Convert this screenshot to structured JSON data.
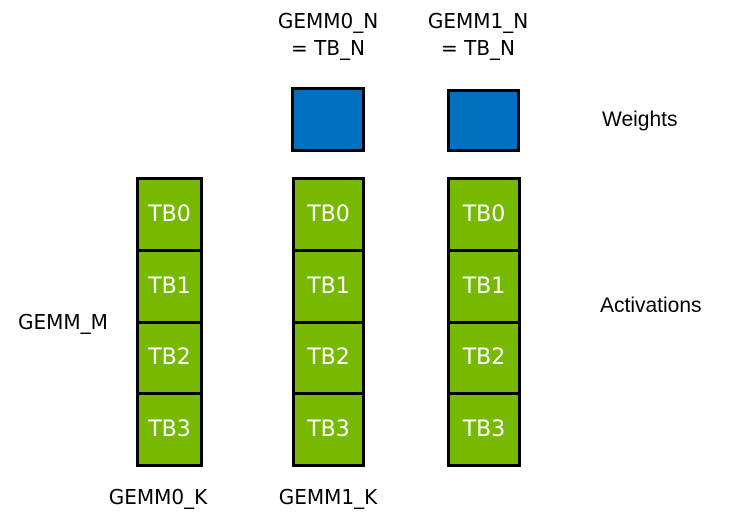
{
  "colors": {
    "background": "#ffffff",
    "weights_fill": "#0070C0",
    "activations_fill": "#76B900",
    "border": "#000000",
    "tb_text": "#ffffff",
    "label_text": "#000000"
  },
  "header_labels": [
    {
      "line1": "GEMM0_N",
      "line2": "= TB_N"
    },
    {
      "line1": "GEMM1_N",
      "line2": "= TB_N"
    }
  ],
  "side_labels": {
    "weights": "Weights",
    "activations": "Activations",
    "gemm_m": "GEMM_M"
  },
  "columns": [
    {
      "cells": [
        "TB0",
        "TB1",
        "TB2",
        "TB3"
      ],
      "bottom_label": "GEMM0_K"
    },
    {
      "cells": [
        "TB0",
        "TB1",
        "TB2",
        "TB3"
      ],
      "bottom_label": "GEMM1_K"
    },
    {
      "cells": [
        "TB0",
        "TB1",
        "TB2",
        "TB3"
      ]
    }
  ]
}
